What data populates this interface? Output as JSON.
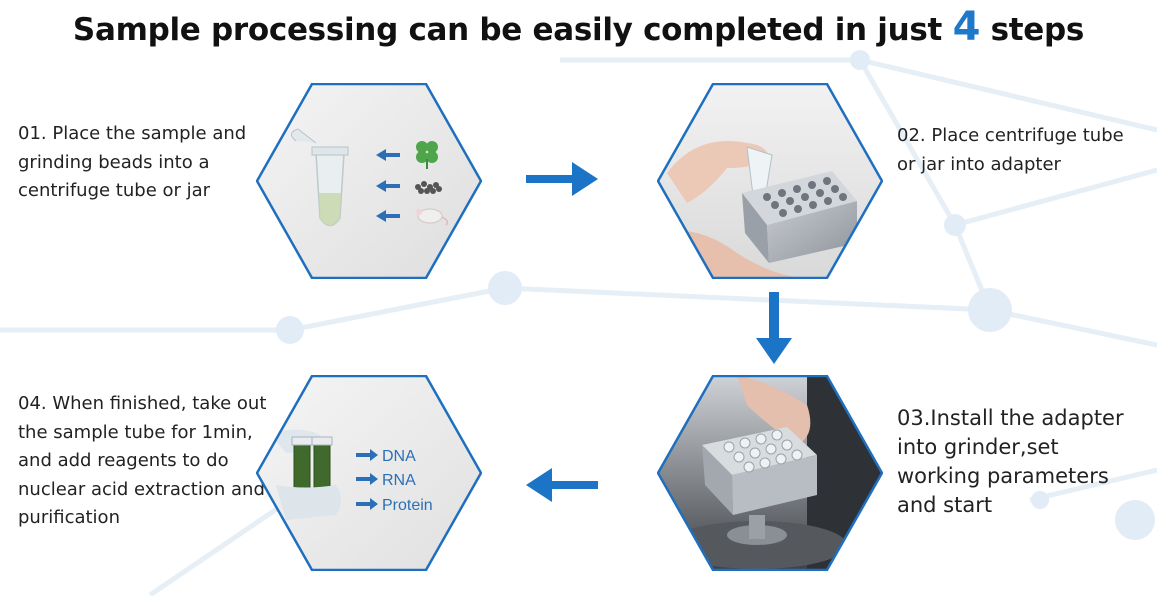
{
  "title": {
    "prefix": "Sample processing can be easily completed in just",
    "number": "4",
    "suffix": "steps"
  },
  "steps": [
    {
      "text": "01. Place the sample and grinding beads into a centrifuge tube or jar"
    },
    {
      "text": "02. Place centrifuge tube or jar into adapter"
    },
    {
      "text": "03.Install the adapter into grinder,set working parameters and start"
    },
    {
      "text": "04.  When finished, take out the sample tube for 1min, and add reagents to do nuclear acid extraction and purification"
    }
  ],
  "step4_labels": [
    "DNA",
    "RNA",
    "Protein"
  ],
  "colors": {
    "accent": "#1f78c8",
    "hex_border": "#1f6fbf",
    "arrow": "#1b74c6"
  }
}
